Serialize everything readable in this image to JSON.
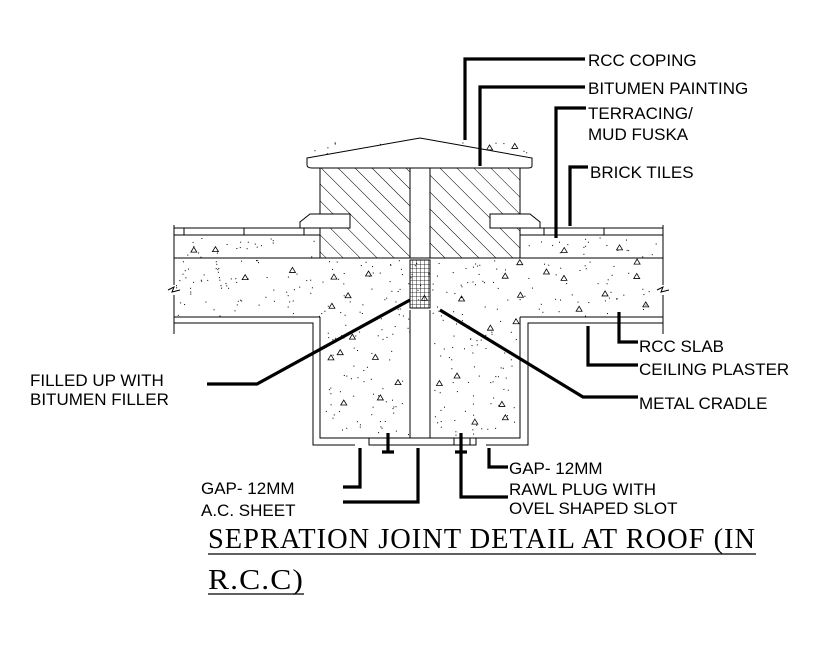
{
  "drawing": {
    "title_lines": [
      "SEPRATION  JOINT  DETAIL  AT  ROOF  (IN",
      "R.C.C)"
    ],
    "labels": {
      "rcc_coping": "RCC  COPING",
      "bitumen_painting": "BITUMEN   PAINTING",
      "terracing_1": " TERRACING/",
      "terracing_2": "MUD  FUSKA",
      "brick_tiles": "BRICK  TILES",
      "rcc_slab": "RCC  SLAB",
      "ceiling_plaster": "CEILING  PLASTER",
      "metal_cradle": "METAL CRADLE",
      "filled_1": "FILLED UP WITH",
      "filled_2": " BITUMEN FILLER",
      "gap_left": "GAP- 12MM",
      "ac_sheet": "  A.C. SHEET",
      "gap_right": "GAP- 12MM",
      "rawl_1": "RAWL PLUG WITH",
      "rawl_2": "OVEL SHAPED SLOT"
    }
  }
}
